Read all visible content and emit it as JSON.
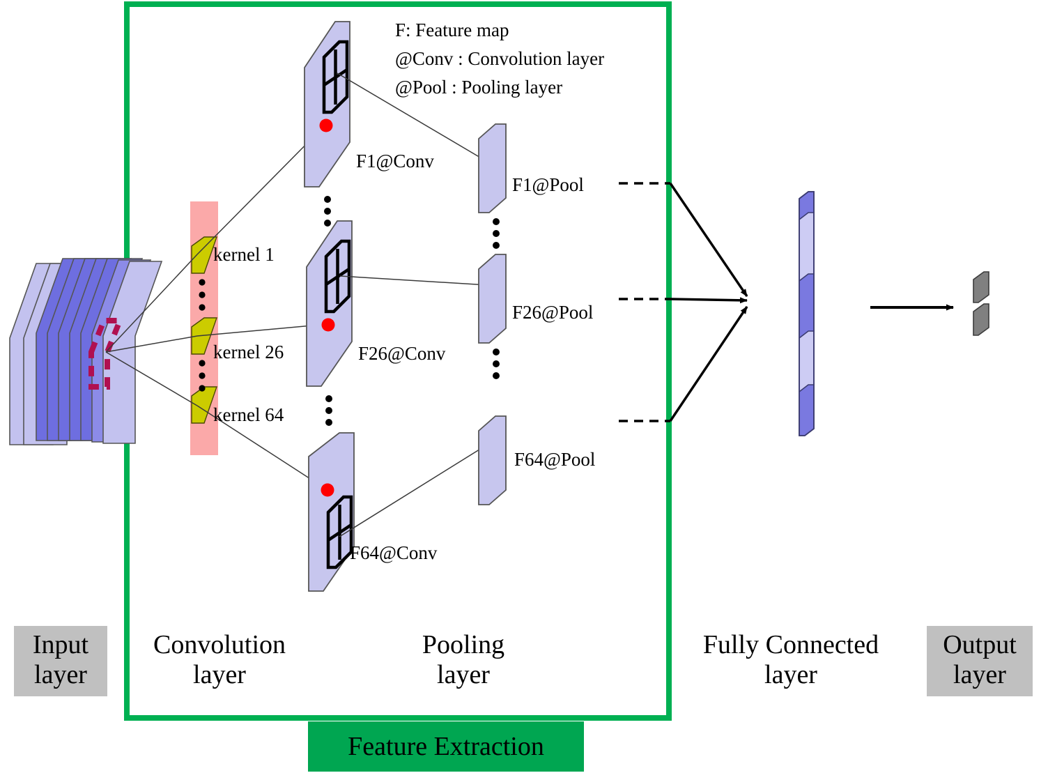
{
  "legend": {
    "lines": [
      "F: Feature map",
      "@Conv : Convolution layer",
      "@Pool : Pooling layer"
    ]
  },
  "colors": {
    "frame_green": "#00b052",
    "banner_green": "#00a651",
    "feature_map_fill": "#c7c6ee",
    "kernel_band_fill": "#fba9a9",
    "kernel_fill": "#cccc00",
    "input_slice_light": "#c3c2ef",
    "input_slice_dark": "#6e6ee0",
    "fc_dark": "#7a79e0",
    "fc_light": "#cdccf4",
    "output_fill": "#808080",
    "receptive_field_dash": "#b01050",
    "activation_dot": "#ff0000",
    "label_box_gray": "#c0c0c0",
    "stroke": "#333333"
  },
  "layers": [
    {
      "id": "input",
      "label": "Input\nlayer",
      "boxed": true
    },
    {
      "id": "conv",
      "label": "Convolution\nlayer",
      "boxed": false
    },
    {
      "id": "pool",
      "label": "Pooling\nlayer",
      "boxed": false
    },
    {
      "id": "fc",
      "label": "Fully Connected\nlayer",
      "boxed": false
    },
    {
      "id": "output",
      "label": "Output\nlayer",
      "boxed": true
    }
  ],
  "banner": {
    "label": "Feature Extraction"
  },
  "kernels": [
    {
      "label": "kernel 1"
    },
    {
      "label": "kernel 26"
    },
    {
      "label": "kernel 64"
    }
  ],
  "conv_maps": [
    {
      "label": "F1@Conv"
    },
    {
      "label": "F26@Conv"
    },
    {
      "label": "F64@Conv"
    }
  ],
  "pool_maps": [
    {
      "label": "F1@Pool"
    },
    {
      "label": "F26@Pool"
    },
    {
      "label": "F64@Pool"
    }
  ],
  "counts": {
    "input_slices": 9,
    "fc_segments": 5,
    "output_blocks": 2,
    "kernel_total": 64,
    "feature_map_total": 64
  }
}
